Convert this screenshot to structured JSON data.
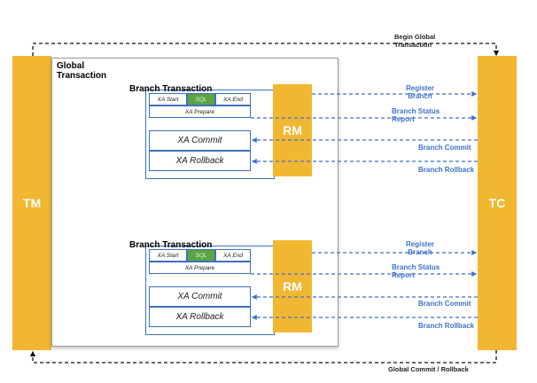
{
  "tm_label": "TM",
  "tc_label": "TC",
  "global_transaction_title": "Global\nTransaction",
  "begin_global_label": "Begin Global\nTransaction",
  "global_commit_label": "Global Commit / Rollback",
  "branches": [
    {
      "title": "Branch Transaction",
      "xa_start": "XA Start",
      "sql": "SQL",
      "xa_end": "XA End",
      "xa_prepare": "XA Prepare",
      "xa_commit": "XA Commit",
      "xa_rollback": "XA Rollback",
      "rm_label": "RM",
      "register_branch": "Register\nBranch",
      "branch_status_report": "Branch Status\nReport",
      "branch_commit": "Branch Commit",
      "branch_rollback": "Branch Rollback"
    },
    {
      "title": "Branch Transaction",
      "xa_start": "XA Start",
      "sql": "SQL",
      "xa_end": "XA End",
      "xa_prepare": "XA Prepare",
      "xa_commit": "XA Commit",
      "xa_rollback": "XA Rollback",
      "rm_label": "RM",
      "register_branch": "Register\nBranch",
      "branch_status_report": "Branch Status\nReport",
      "branch_commit": "Branch Commit",
      "branch_rollback": "Branch Rollback"
    }
  ],
  "colors": {
    "bar": "#f2b731",
    "arrow_blue": "#3d72c9",
    "sql_green": "#5aa444"
  }
}
